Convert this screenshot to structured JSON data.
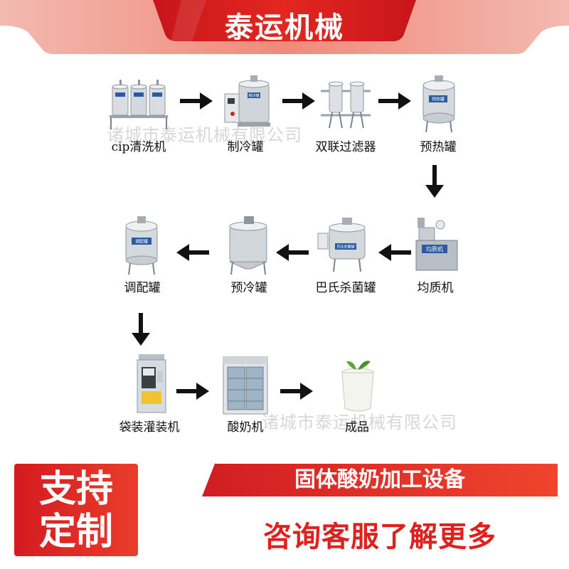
{
  "header": {
    "brand": "泰运机械",
    "accent_color": "#e0221c"
  },
  "watermark": "诸城市泰运机械有限公司",
  "process": {
    "steps": [
      {
        "label": "cip清洗机",
        "icon": "cip-cleaning-machine-icon",
        "tag": ""
      },
      {
        "label": "制冷罐",
        "icon": "refrigeration-tank-icon",
        "tag": "制冷罐"
      },
      {
        "label": "双联过滤器",
        "icon": "duplex-filter-icon",
        "tag": ""
      },
      {
        "label": "预热罐",
        "icon": "preheating-tank-icon",
        "tag": "预热罐"
      },
      {
        "label": "均质机",
        "icon": "homogenizer-icon",
        "tag": "均质机"
      },
      {
        "label": "巴氏杀菌罐",
        "icon": "pasteurization-tank-icon",
        "tag": "巴氏杀菌罐"
      },
      {
        "label": "预冷罐",
        "icon": "precooling-tank-icon",
        "tag": ""
      },
      {
        "label": "调配罐",
        "icon": "blending-tank-icon",
        "tag": "调配罐"
      },
      {
        "label": "袋装灌装机",
        "icon": "bag-filling-machine-icon",
        "tag": ""
      },
      {
        "label": "酸奶机",
        "icon": "yogurt-machine-icon",
        "tag": ""
      },
      {
        "label": "成品",
        "icon": "yogurt-glass-icon",
        "tag": ""
      }
    ]
  },
  "footer": {
    "support_line1": "支持",
    "support_line2": "定制",
    "product_name": "固体酸奶加工设备",
    "consult": "咨询客服了解更多"
  }
}
